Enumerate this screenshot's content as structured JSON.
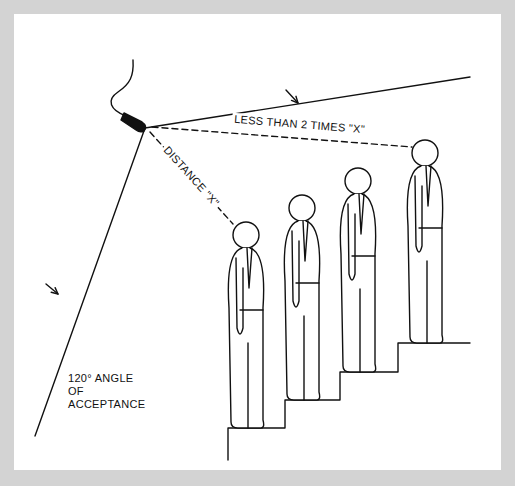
{
  "diagram": {
    "labels": [
      "LESS THAN 2 TIMES \"X\"",
      "DISTANCE \"X\"",
      "120° ANGLE OF ACCEPTANCE"
    ]
  }
}
